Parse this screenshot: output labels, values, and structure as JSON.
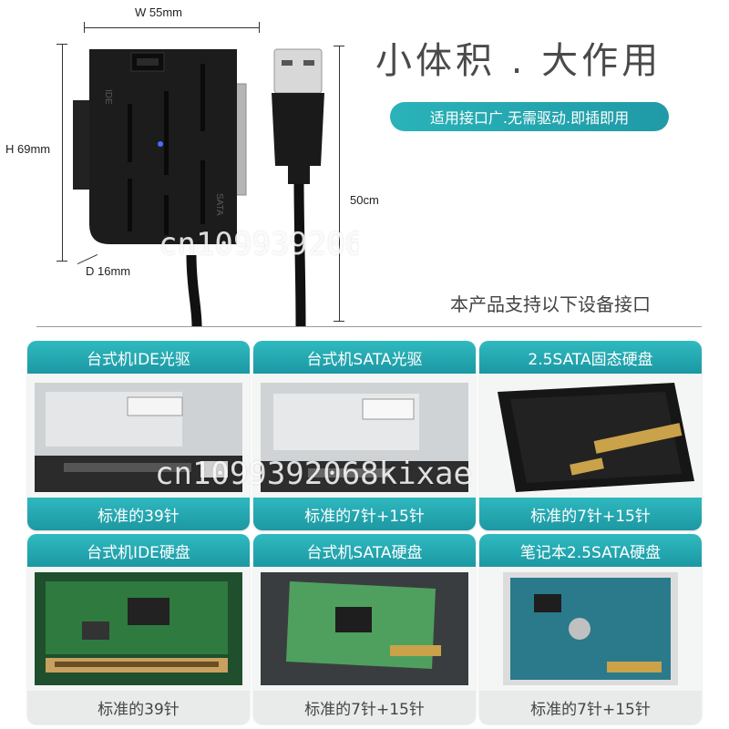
{
  "dimensions": {
    "width": "W 55mm",
    "height": "H 69mm",
    "depth": "D 16mm",
    "cable": "50cm"
  },
  "device_labels": {
    "ide": "IDE",
    "sata": "SATA"
  },
  "hero": {
    "title": "小体积 . 大作用",
    "pill": "适用接口广.无需驱动.即插即用"
  },
  "support_text": "本产品支持以下设备接口",
  "watermark": "cn1099392068kixae",
  "cards": [
    {
      "title": "台式机IDE光驱",
      "footer": "标准的39针",
      "image": "ide-optical-drive"
    },
    {
      "title": "台式机SATA光驱",
      "footer": "标准的7针+15针",
      "image": "sata-optical-drive"
    },
    {
      "title": "2.5SATA固态硬盘",
      "footer": "标准的7针+15针",
      "image": "ssd-2-5-sata"
    },
    {
      "title": "台式机IDE硬盘",
      "footer": "标准的39针",
      "image": "ide-hard-disk"
    },
    {
      "title": "台式机SATA硬盘",
      "footer": "标准的7针+15针",
      "image": "sata-hard-disk"
    },
    {
      "title": "笔记本2.5SATA硬盘",
      "footer": "标准的7针+15针",
      "image": "laptop-sata-hard-disk"
    }
  ],
  "colors": {
    "accent": "#1f9aa6",
    "device": "#1c1c1c"
  }
}
